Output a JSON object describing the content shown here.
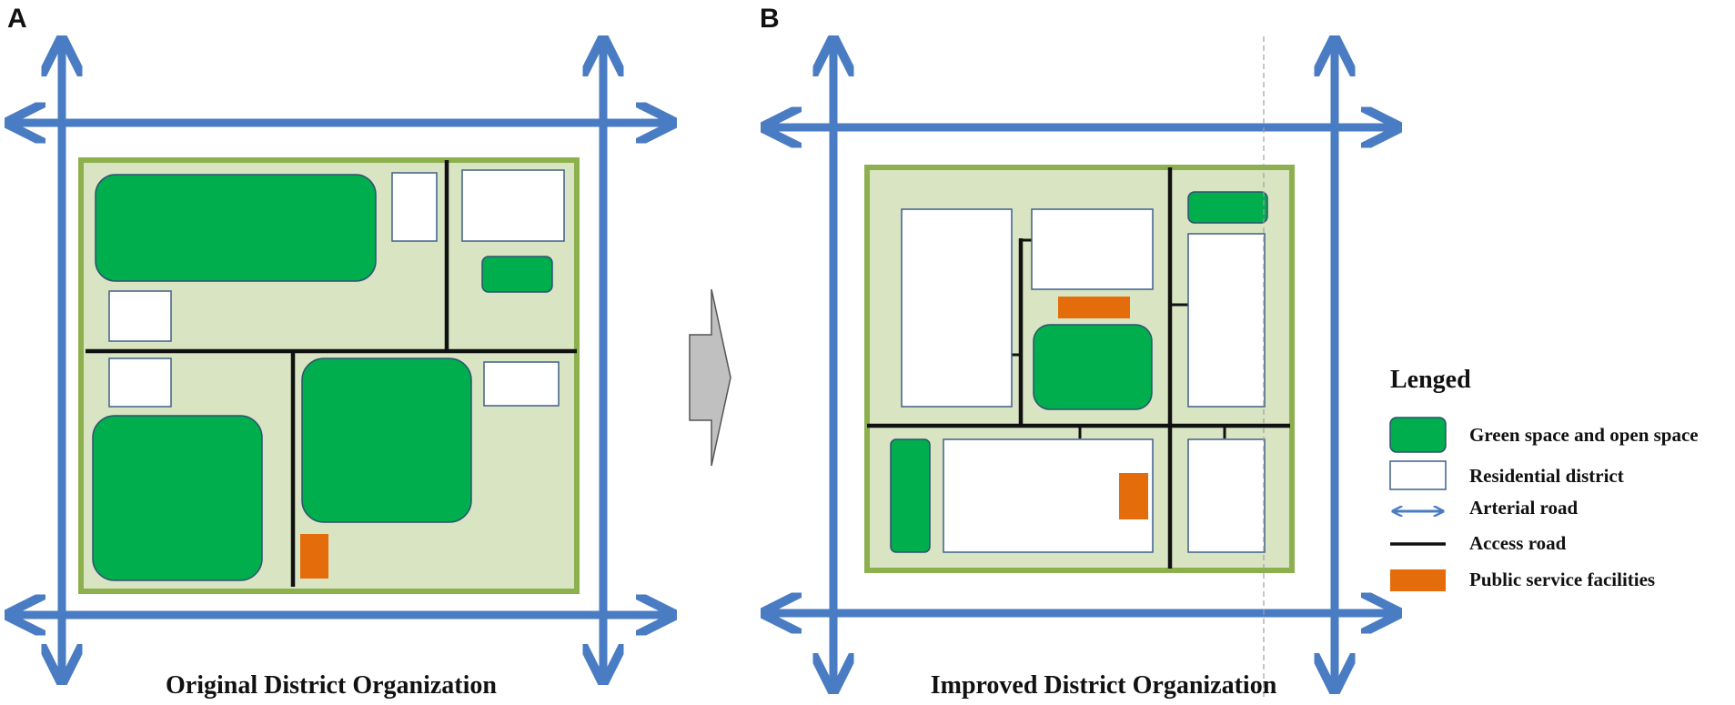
{
  "panels": {
    "a": {
      "letter": "A",
      "caption": "Original District Organization"
    },
    "b": {
      "letter": "B",
      "caption": "Improved District Organization"
    }
  },
  "legend": {
    "title": "Lenged",
    "items": [
      {
        "key": "green",
        "label": "Green space and open space"
      },
      {
        "key": "residential",
        "label": "Residential district"
      },
      {
        "key": "arterial",
        "label": "Arterial road"
      },
      {
        "key": "access",
        "label": "Access road"
      },
      {
        "key": "public",
        "label": "Public service facilities"
      }
    ]
  },
  "colors": {
    "arterial_road": "#4A7CC4",
    "access_road": "#111111",
    "district_fill": "#D8E4C2",
    "district_border": "#8DB04E",
    "green_space": "#00AE4E",
    "green_border": "#2E5070",
    "residential_fill": "#FFFFFF",
    "residential_border": "#3F5E8A",
    "public_facility": "#E46C0A",
    "arrow_fill": "#C0C0C0"
  }
}
